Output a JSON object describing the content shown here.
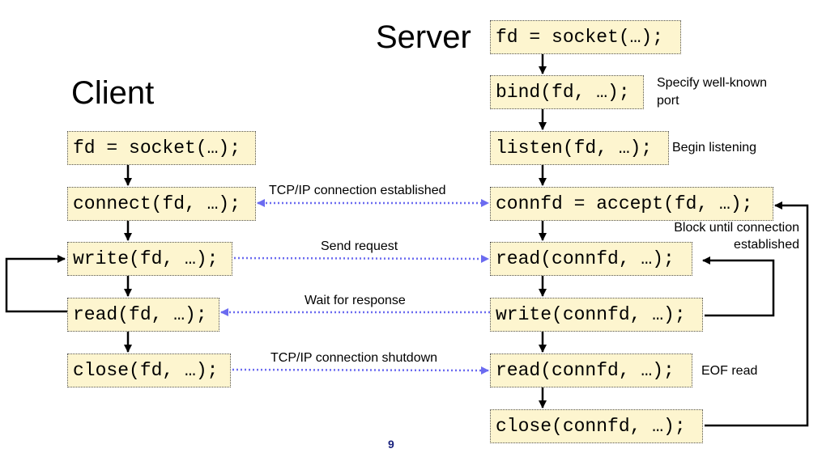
{
  "headings": {
    "client": "Client",
    "server": "Server"
  },
  "client_boxes": {
    "socket": "fd = socket(…);",
    "connect": "connect(fd, …);",
    "write": "write(fd, …);",
    "read": "read(fd, …);",
    "close": "close(fd, …);"
  },
  "server_boxes": {
    "socket": "fd = socket(…);",
    "bind": "bind(fd, …);",
    "listen": "listen(fd, …);",
    "accept": "connfd = accept(fd, …);",
    "read": "read(connfd, …);",
    "write": "write(connfd, …);",
    "read_eof": "read(connfd, …);",
    "close": "close(connfd, …);"
  },
  "notes": {
    "bind_1": "Specify well-known",
    "bind_2": "port",
    "listen": "Begin listening",
    "accept_1": "Block until connection",
    "accept_2": "established",
    "eof": "EOF read"
  },
  "links": {
    "connection": "TCP/IP connection established",
    "request": "Send request",
    "response": "Wait for response",
    "shutdown": "TCP/IP connection shutdown"
  },
  "page_number": "9",
  "colors": {
    "box_fill": "#fdf5cf",
    "link": "#6b6bf0",
    "line": "#000000"
  }
}
